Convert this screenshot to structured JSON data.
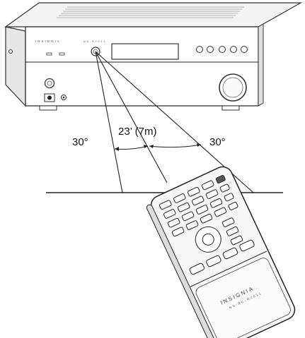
{
  "receiver": {
    "brand": "INSIGNIA",
    "model": "NS-R2011"
  },
  "remote": {
    "brand": "INSIGNIA",
    "model": "NS-RC-R2011"
  },
  "labels": {
    "left_angle": "30°",
    "distance": "23’ (7m)",
    "right_angle": "30°"
  }
}
